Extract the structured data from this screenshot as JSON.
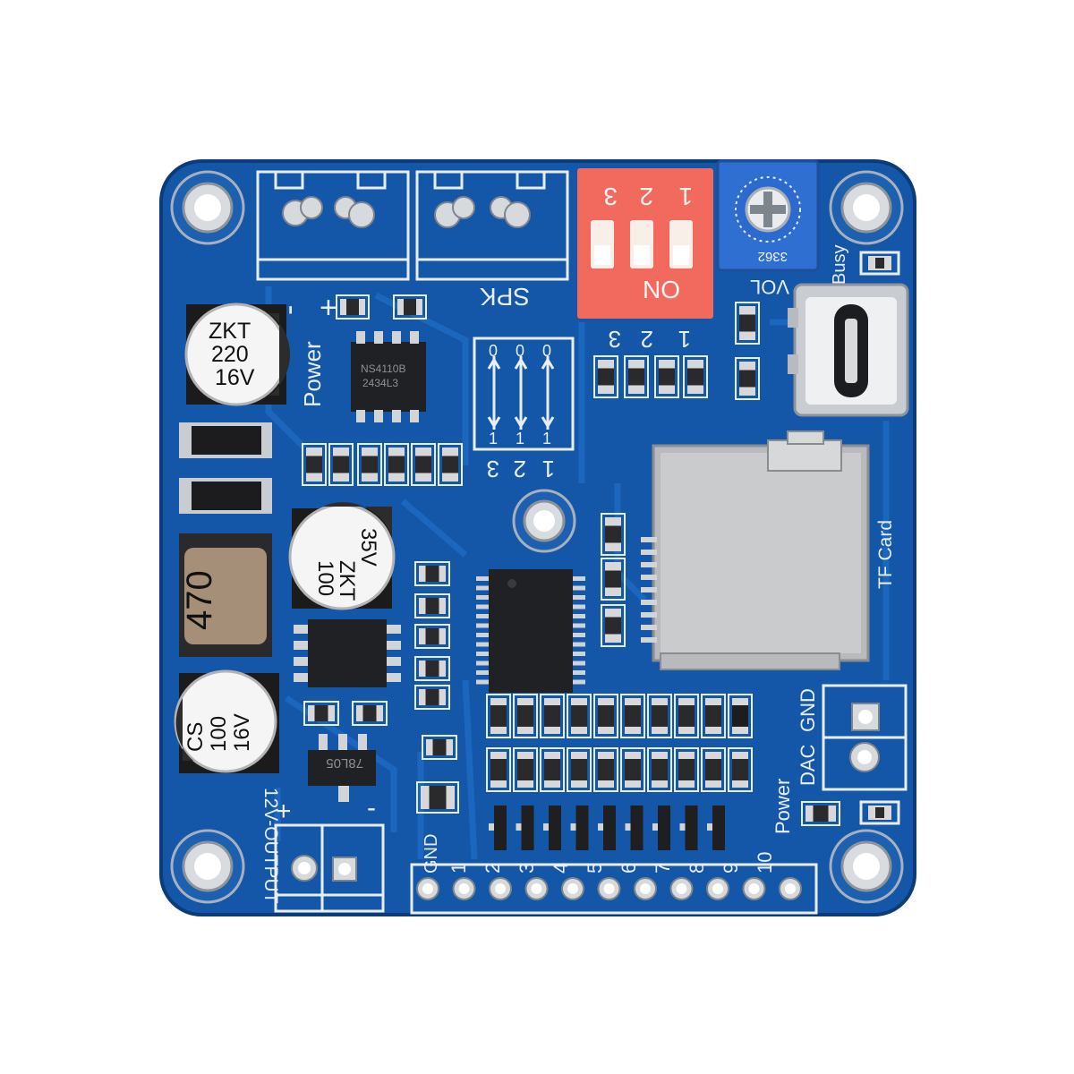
{
  "colors": {
    "pcb": "#1456a8",
    "pcb_dark": "#0d3f80",
    "trace": "#1a63b8",
    "silkscreen": "#e8eef6",
    "dip_switch": "#f26a5e",
    "potentiometer": "#2f6fd1",
    "tf_card": "#b8babd"
  },
  "labels": {
    "power": "Power",
    "power_minus": "-",
    "power_plus": "+",
    "spk": "SPK",
    "dip_on": "ON",
    "dip_numbers": [
      "3",
      "2",
      "1"
    ],
    "switch_table_rows": [
      "3",
      "2",
      "1"
    ],
    "switch_table_zero": "0",
    "switch_table_one": "1",
    "vol": "VOL",
    "busy": "Busy",
    "pot_code": "3362",
    "tf_card": "TF Card",
    "gnd_right": "GND",
    "dac": "DAC",
    "power_right": "Power",
    "gnd_pin": "GND",
    "pin_numbers": [
      "1",
      "2",
      "3",
      "4",
      "5",
      "6",
      "7",
      "8",
      "9",
      "10"
    ],
    "output": "12V-OUTPUT",
    "out_plus": "+",
    "out_minus": "-",
    "cap_top_brand": "ZKT",
    "cap_top_value": "220",
    "cap_top_voltage": "16V",
    "cap_mid_brand": "ZKT",
    "cap_mid_value": "100",
    "cap_mid_voltage": "35V",
    "cap_bot_brand": "CS",
    "cap_bot_value": "100",
    "cap_bot_voltage": "16V",
    "inductor": "470",
    "regulator": "78L05",
    "amp_chip_line1": "NS4110B",
    "amp_chip_line2": "2434L3"
  }
}
